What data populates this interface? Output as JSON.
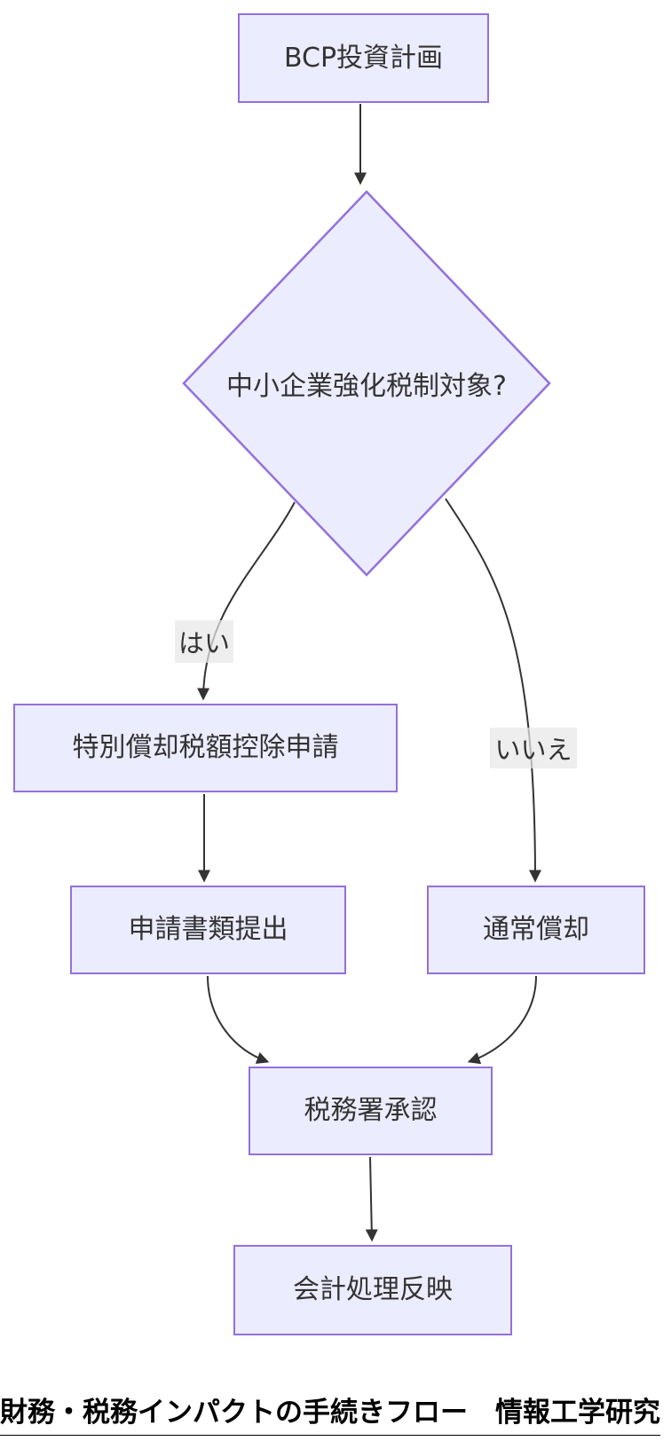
{
  "diagram": {
    "caption": "財務・税務インパクトの手続きフロー　情報工学研究",
    "nodes": {
      "bcp": {
        "label": "BCP投資計画",
        "shape": "rect"
      },
      "decision": {
        "label": "中小企業強化税制対象?",
        "shape": "diamond"
      },
      "special": {
        "label": "特別償却税額控除申請",
        "shape": "rect"
      },
      "submit": {
        "label": "申請書類提出",
        "shape": "rect"
      },
      "normal": {
        "label": "通常償却",
        "shape": "rect"
      },
      "approval": {
        "label": "税務署承認",
        "shape": "rect"
      },
      "accounting": {
        "label": "会計処理反映",
        "shape": "rect"
      }
    },
    "edge_labels": {
      "yes": "はい",
      "no": "いいえ"
    },
    "edges": [
      {
        "from": "bcp",
        "to": "decision",
        "label": ""
      },
      {
        "from": "decision",
        "to": "special",
        "label": "はい"
      },
      {
        "from": "decision",
        "to": "normal",
        "label": "いいえ"
      },
      {
        "from": "special",
        "to": "submit",
        "label": ""
      },
      {
        "from": "submit",
        "to": "approval",
        "label": ""
      },
      {
        "from": "normal",
        "to": "approval",
        "label": ""
      },
      {
        "from": "approval",
        "to": "accounting",
        "label": ""
      }
    ],
    "colors": {
      "node_fill": "#ECECFF",
      "node_border": "#9370DB",
      "edge_line": "#333333",
      "node_text": "#333333",
      "edge_label_bg": "#e8e8e8",
      "caption_color": "#000000"
    }
  }
}
